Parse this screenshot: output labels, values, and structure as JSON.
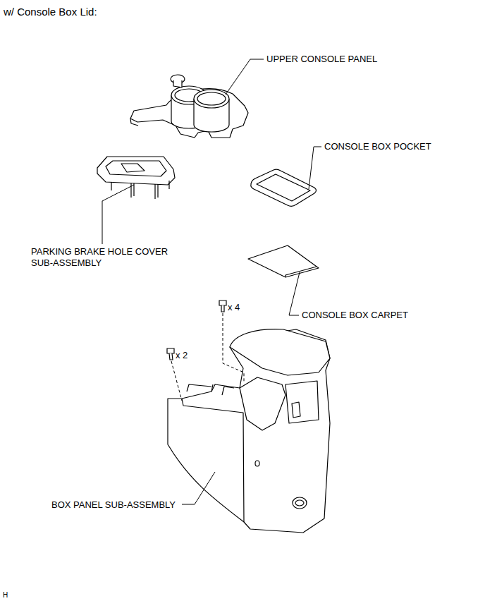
{
  "diagram": {
    "title": "w/ Console Box Lid:",
    "labels": [
      "UPPER CONSOLE PANEL",
      "CONSOLE BOX POCKET",
      "PARKING BRAKE HOLE COVER SUB-ASSEMBLY",
      "CONSOLE BOX CARPET",
      "x 4",
      "x 2",
      "BOX PANEL SUB-ASSEMBLY",
      "H"
    ]
  }
}
